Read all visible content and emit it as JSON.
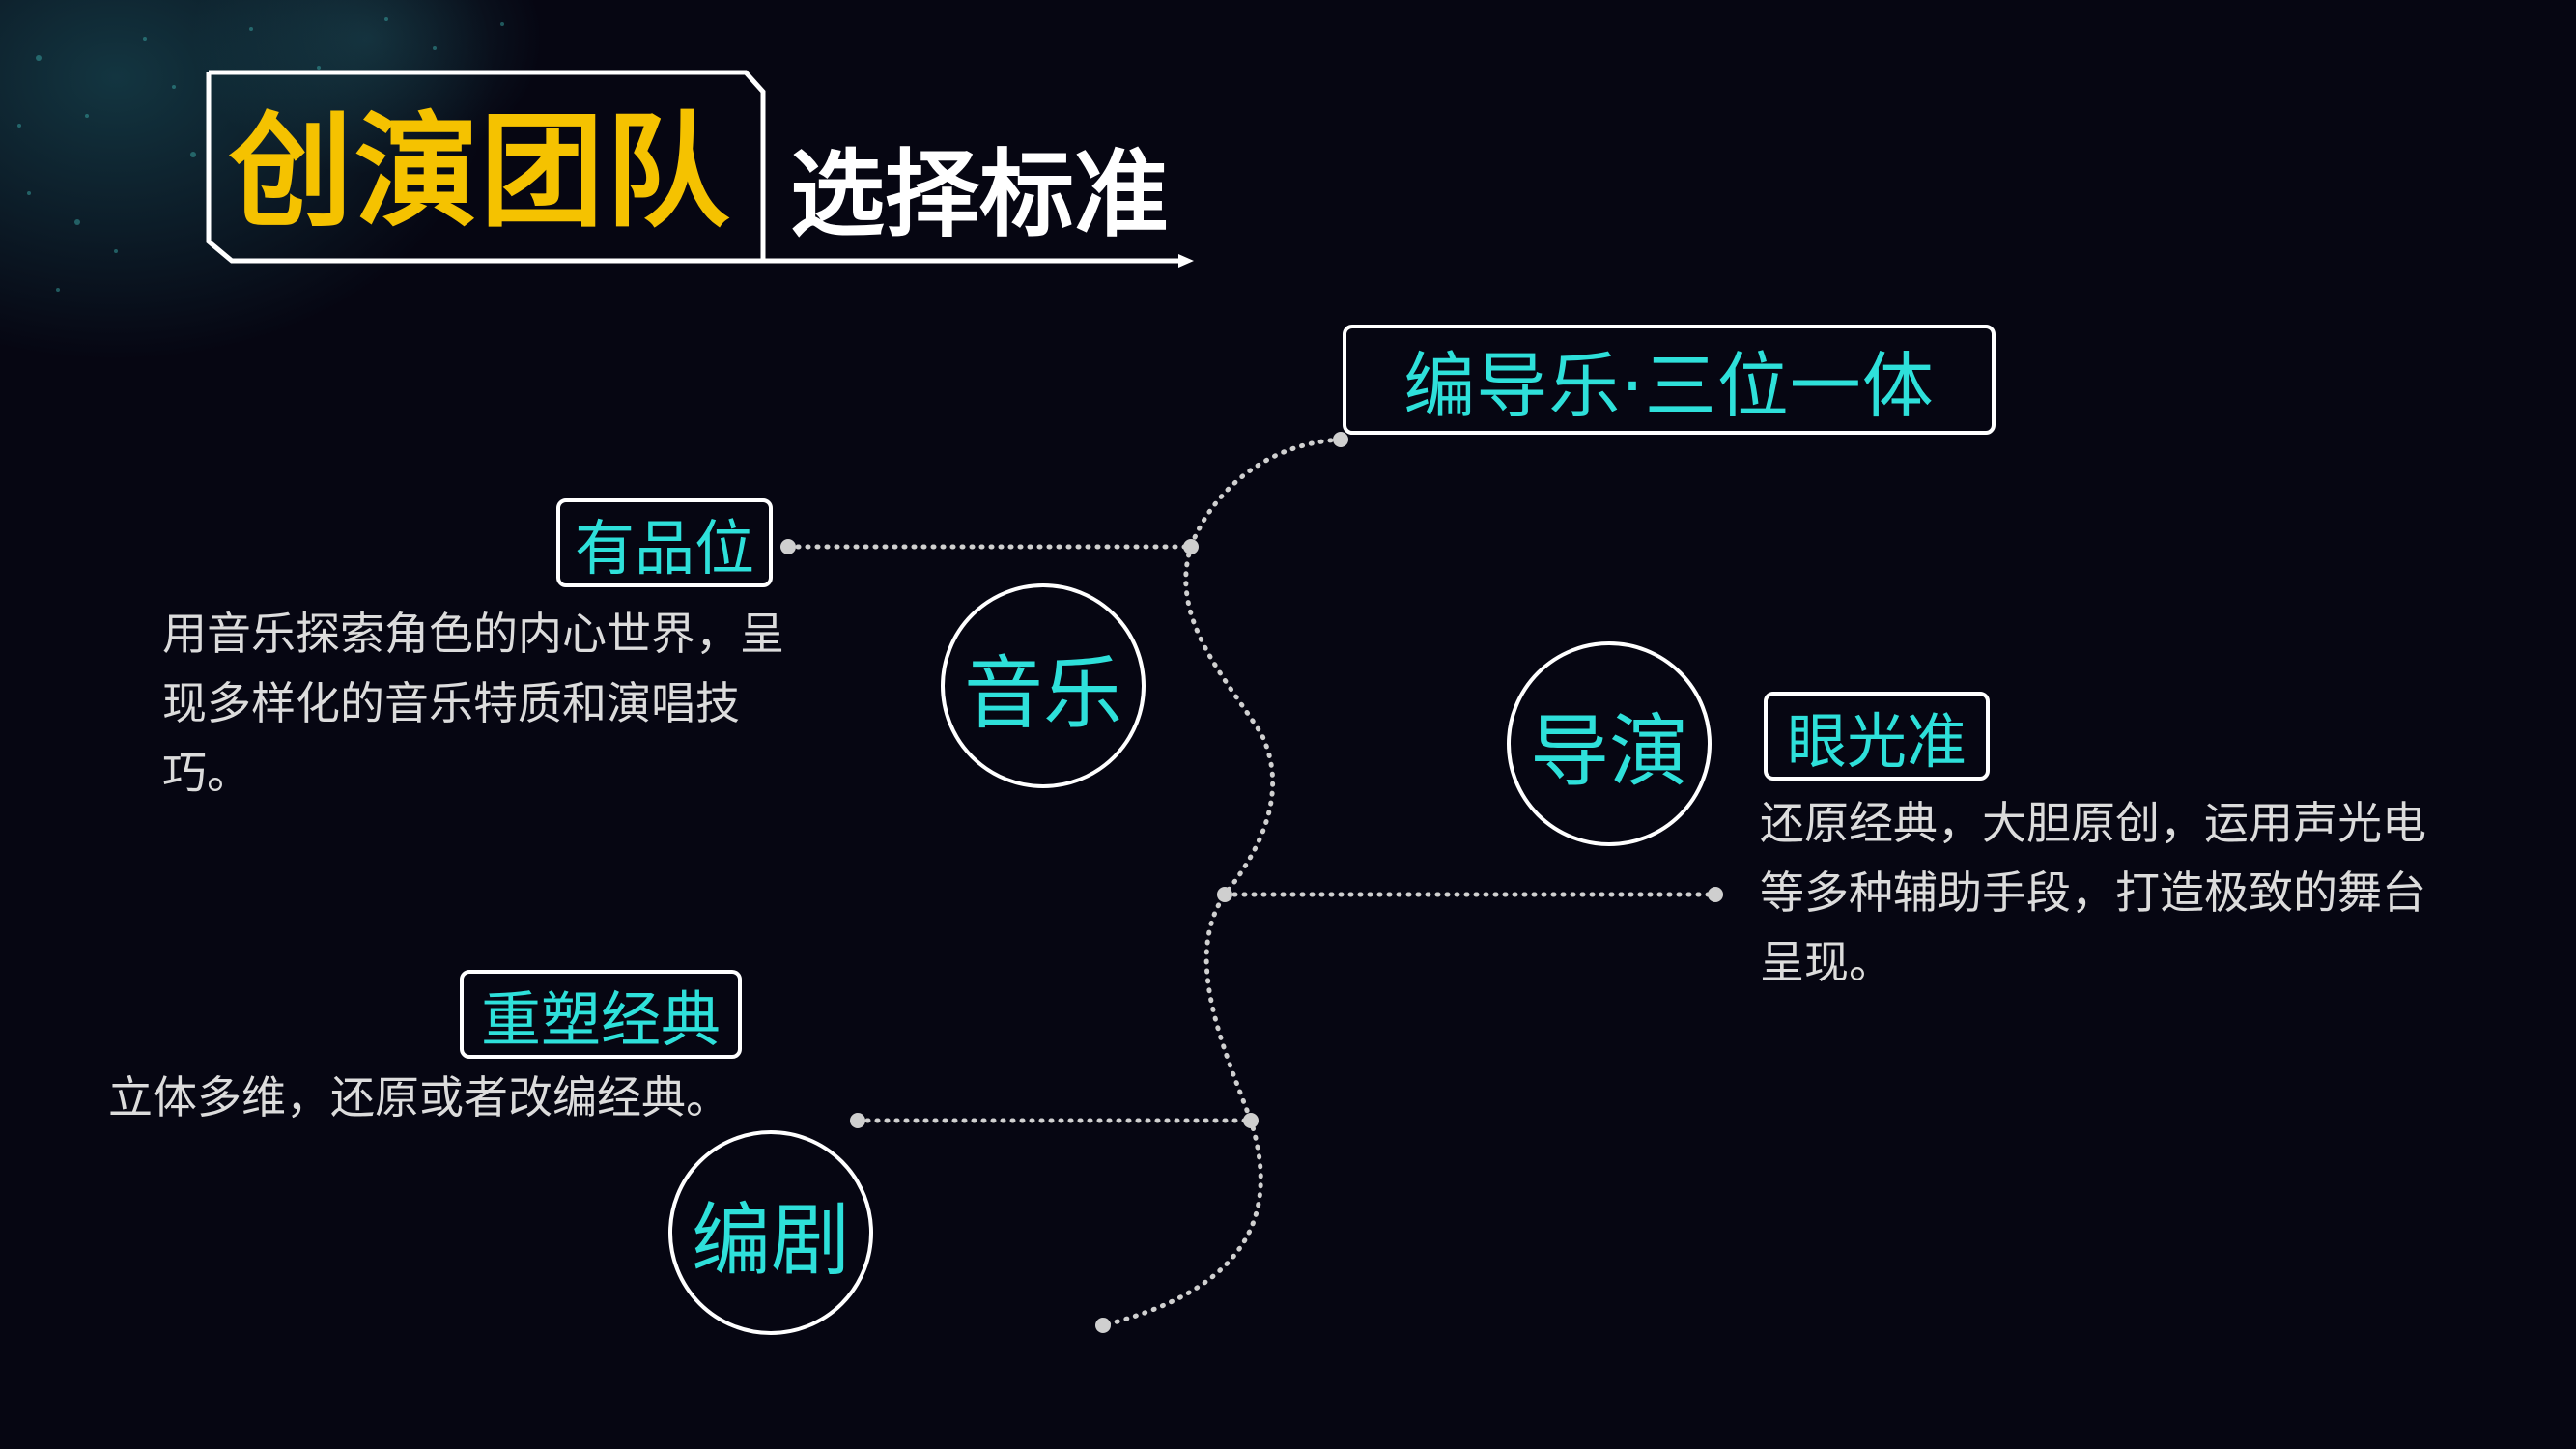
{
  "header": {
    "title": "创演团队",
    "subtitle": "选择标准"
  },
  "top_tag": "编导乐·三位一体",
  "nodes": {
    "music": {
      "circle": "音乐",
      "tag": "有品位",
      "description": "用音乐探索角色的内心世界，呈现多样化的音乐特质和演唱技巧。"
    },
    "director": {
      "circle": "导演",
      "tag": "眼光准",
      "description": "还原经典，大胆原创，运用声光电等多种辅助手段，打造极致的舞台呈现。"
    },
    "script": {
      "circle": "编剧",
      "tag": "重塑经典",
      "description": "立体多维，还原或者改编经典。"
    }
  },
  "colors": {
    "title": "#f5c200",
    "accent": "#2ee0da",
    "text": "#dcdcdc",
    "background": "#060612"
  }
}
